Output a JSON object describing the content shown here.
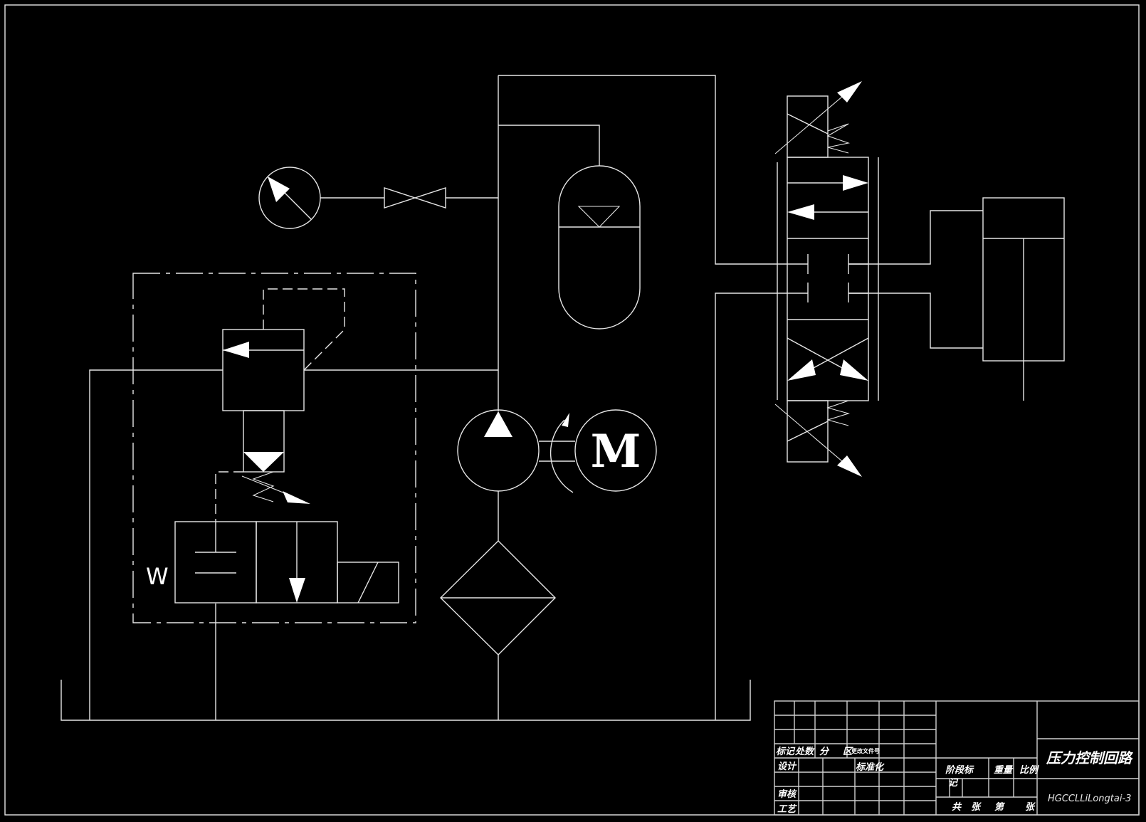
{
  "diagram": {
    "type": "hydraulic schematic",
    "title": "压力控制回路",
    "components": [
      {
        "id": "pressure-gauge",
        "label": "pressure gauge"
      },
      {
        "id": "shutoff-valve",
        "label": "gauge isolating valve"
      },
      {
        "id": "accumulator",
        "label": "accumulator"
      },
      {
        "id": "hydraulic-pump",
        "label": "fixed displacement pump"
      },
      {
        "id": "electric-motor",
        "label": "M"
      },
      {
        "id": "filter",
        "label": "filter"
      },
      {
        "id": "pilot-relief-valve",
        "label": "pilot operated relief valve with solenoid unloading valve"
      },
      {
        "id": "directional-valve",
        "label": "4/3 proportional directional valve"
      },
      {
        "id": "hydraulic-cylinder",
        "label": "double acting cylinder"
      },
      {
        "id": "oil-tank",
        "label": "reservoir"
      }
    ],
    "motor_letter": "M",
    "spring_symbol": "W"
  },
  "title_block": {
    "drawing_title": "压力控制回路",
    "drawing_code": "HGCCLLiLongtai-3",
    "labels": {
      "mark": "标记",
      "count": "处数",
      "zone": "分",
      "zone2": "区",
      "doc_no": "更改文件号",
      "design": "设计",
      "standardization": "标准化",
      "review": "审核",
      "process": "工艺",
      "stage_mark": "阶段标",
      "stage_mark_2": "记",
      "weight": "重量",
      "scale": "比例",
      "total": "共",
      "sheets": "张",
      "no": "第",
      "sheet": "张"
    }
  }
}
